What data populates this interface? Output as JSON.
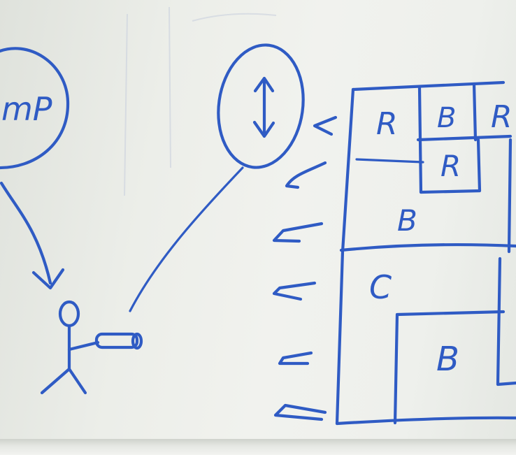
{
  "drawing": {
    "ink_color": "#2f5bc4",
    "board_color": "#eef0ec",
    "bubble_left_text": "mP",
    "grid_labels": {
      "top_left": "R",
      "top_mid": "B",
      "top_right": "R",
      "mid_small": "R",
      "left_large": "B",
      "band": "C",
      "bottom_right": "B"
    }
  }
}
